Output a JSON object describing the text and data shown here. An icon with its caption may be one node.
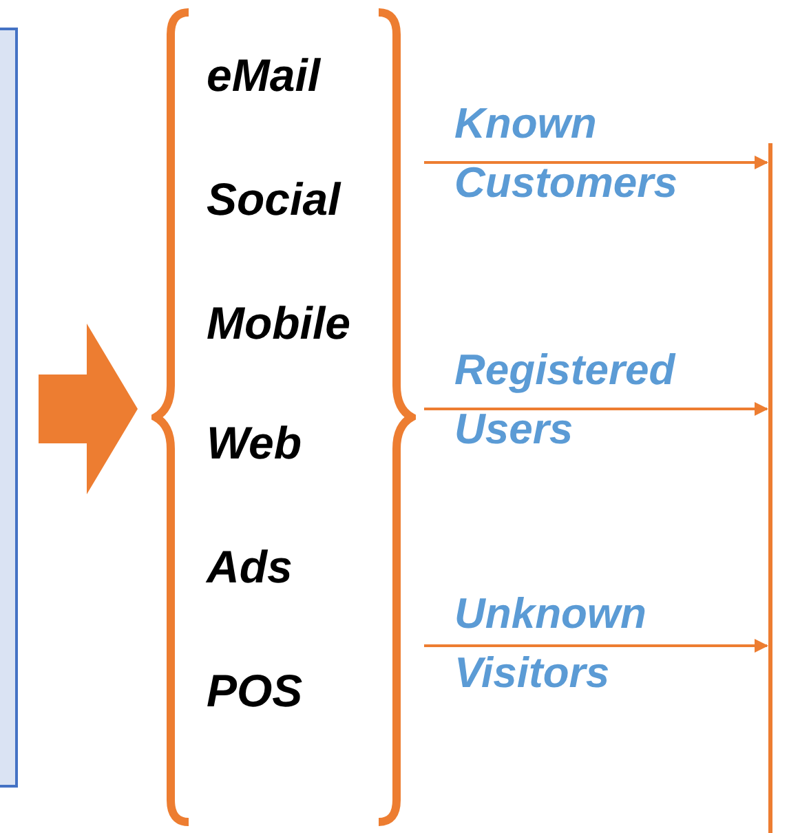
{
  "diagram": {
    "nodes": [
      {
        "text": [],
        "shape": "box"
      },
      {
        "text": [
          "eMail",
          "Social",
          "Mobile",
          "Web",
          "Ads",
          "POS"
        ]
      },
      {
        "text": [],
        "shape": "bar"
      }
    ],
    "edges": [
      {
        "from": 0,
        "to": 1,
        "arrow": "to",
        "style": "thick"
      },
      {
        "from": 1,
        "to": 2,
        "arrow": "to",
        "label": "Known Customers"
      },
      {
        "from": 1,
        "to": 2,
        "arrow": "to",
        "label": "Registered Users"
      },
      {
        "from": 1,
        "to": 2,
        "arrow": "to",
        "label": "Unknown Visitors"
      }
    ]
  }
}
